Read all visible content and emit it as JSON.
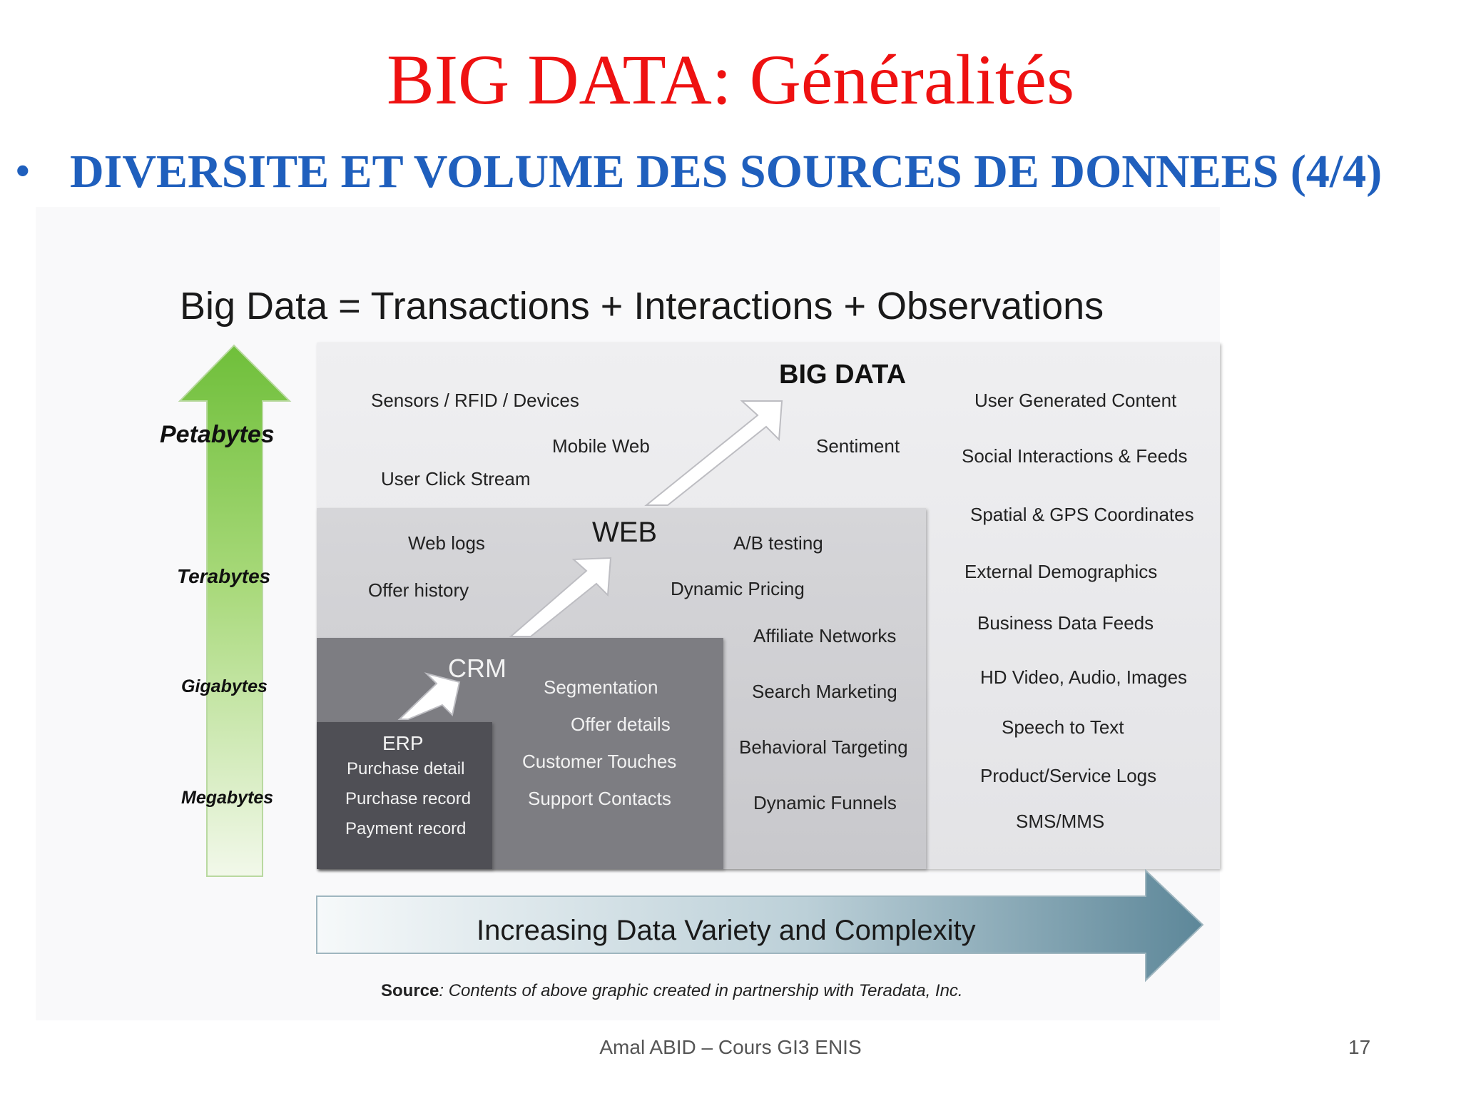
{
  "slide": {
    "title": "BIG DATA: Généralités",
    "bullet": "•",
    "subtitle": "DIVERSITE ET VOLUME DES SOURCES DE DONNEES (4/4)"
  },
  "diagram": {
    "equation": "Big Data = Transactions + Interactions + Observations",
    "volume_axis": [
      "Petabytes",
      "Terabytes",
      "Gigabytes",
      "Megabytes"
    ],
    "big_data": {
      "label": "BIG DATA",
      "items": [
        "Sensors / RFID / Devices",
        "Mobile Web",
        "User Click Stream",
        "Sentiment"
      ],
      "right_column": [
        "User Generated Content",
        "Social Interactions & Feeds",
        "Spatial & GPS Coordinates",
        "External Demographics",
        "Business Data Feeds",
        "HD Video, Audio, Images",
        "Speech to Text",
        "Product/Service Logs",
        "SMS/MMS"
      ]
    },
    "web": {
      "label": "WEB",
      "items": [
        "Web logs",
        "Offer history",
        "A/B testing",
        "Dynamic Pricing",
        "Affiliate Networks",
        "Search Marketing",
        "Behavioral Targeting",
        "Dynamic Funnels"
      ]
    },
    "crm": {
      "label": "CRM",
      "items": [
        "Segmentation",
        "Offer details",
        "Customer Touches",
        "Support Contacts"
      ]
    },
    "erp": {
      "label": "ERP",
      "items": [
        "Purchase detail",
        "Purchase record",
        "Payment record"
      ]
    },
    "variety_arrow": "Increasing Data Variety and Complexity",
    "source_label": "Source",
    "source_text": ": Contents of above graphic created in partnership with Teradata, Inc."
  },
  "footer": {
    "text": "Amal ABID – Cours GI3 ENIS",
    "page": "17"
  },
  "colors": {
    "title": "#ee1111",
    "subtitle": "#1f5fbd",
    "volume_arrow": "#7cc242",
    "variety_arrow": "#5d8799"
  }
}
